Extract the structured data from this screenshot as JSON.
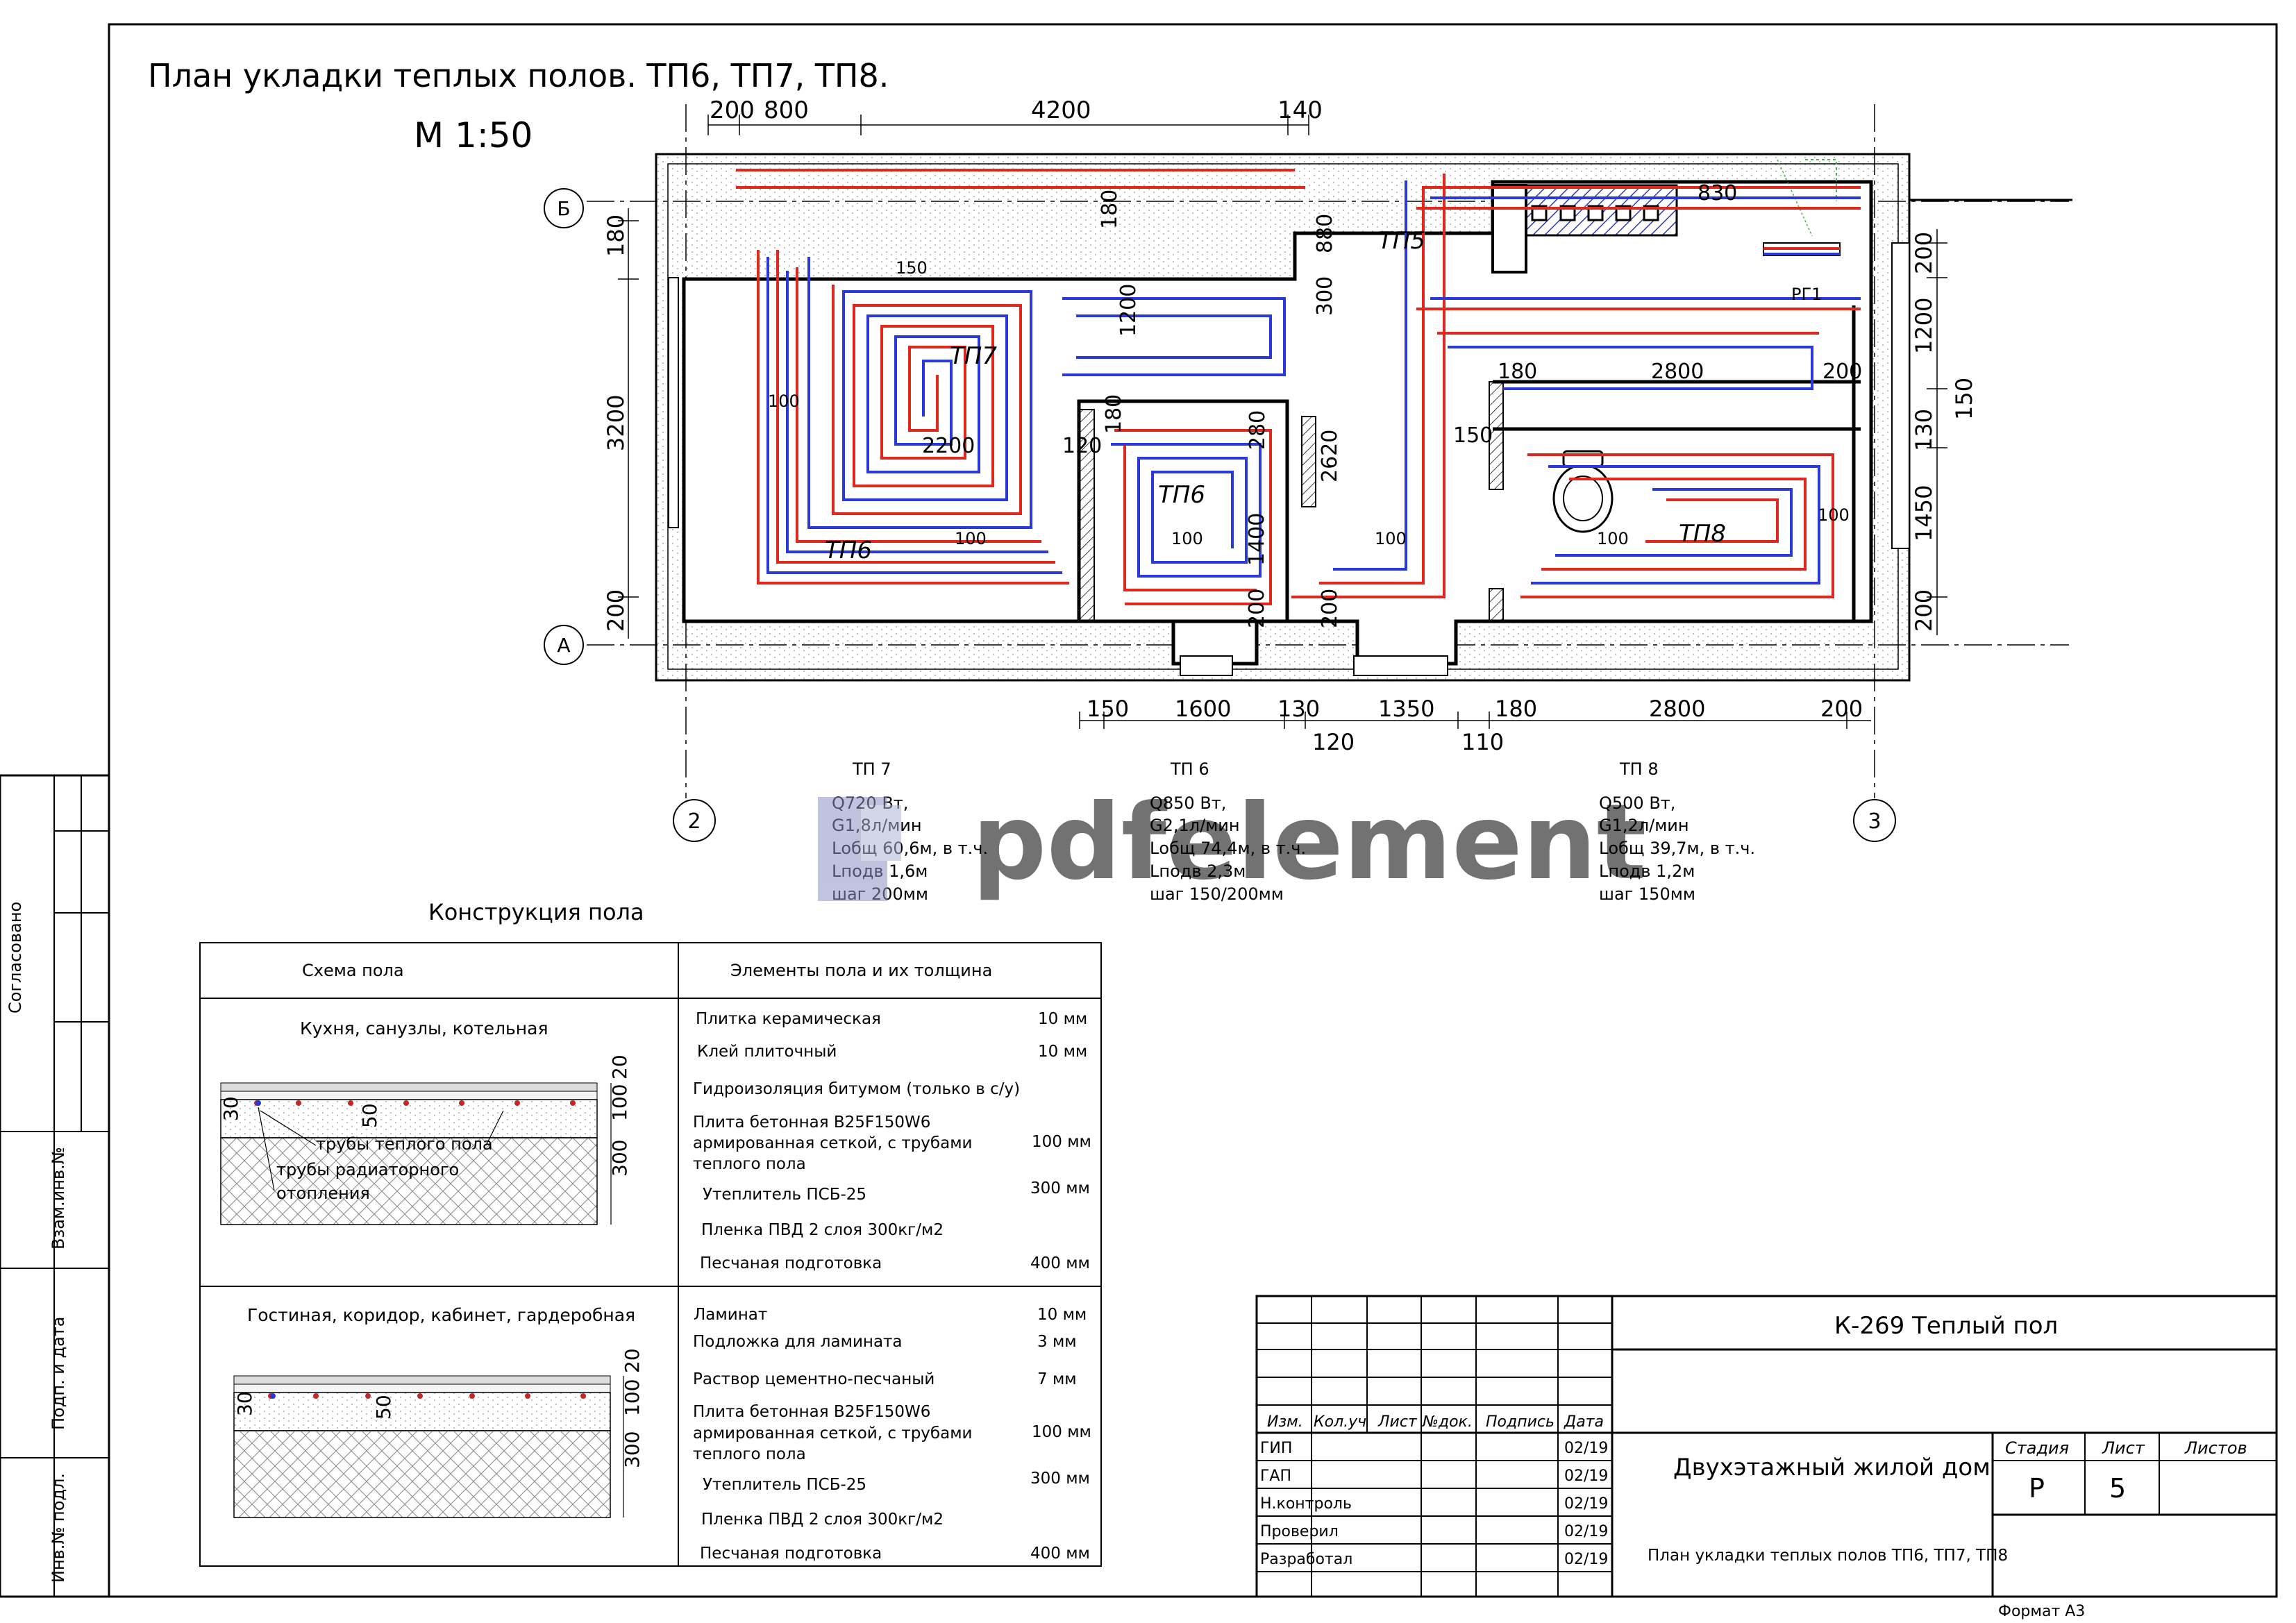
{
  "title": "План укладки теплых полов. ТП6, ТП7, ТП8.",
  "scale": "М 1:50",
  "axes": {
    "b": "Б",
    "a": "А",
    "n2": "2",
    "n3": "3"
  },
  "dims_top": [
    "200",
    "800",
    "4200",
    "140"
  ],
  "dims_left": [
    "180",
    "3200",
    "200"
  ],
  "dims_right": [
    "200",
    "1200",
    "130",
    "150",
    "1450",
    "200"
  ],
  "dims_bottom": [
    "150",
    "1600",
    "130",
    "120",
    "1350",
    "110",
    "180",
    "2800",
    "200"
  ],
  "dims_inner": {
    "d830": "830",
    "d180a": "180",
    "d880": "880",
    "d300": "300",
    "d1200": "1200",
    "d150a": "150",
    "d100a": "100",
    "d2200": "2200",
    "d120": "120",
    "d180b": "180",
    "d280": "280",
    "d2620": "2620",
    "d150b": "150",
    "d180c": "180",
    "d2800": "2800",
    "d200a": "200",
    "d1400": "1400",
    "d100b": "100",
    "d100c": "100",
    "d100d": "100",
    "d100e": "100",
    "d100f": "100",
    "d200b": "200",
    "d200c": "200"
  },
  "zones": {
    "tp5": "ТП5",
    "tp6": "ТП6",
    "tp7": "ТП7",
    "tp8": "ТП8",
    "rg1": "РГ1"
  },
  "circuits": [
    {
      "name": "ТП 7",
      "lines": [
        "Q720 Вт,",
        "G1,8л/мин",
        "Lобщ 60,6м, в т.ч.",
        "Lподв 1,6м",
        "шаг 200мм"
      ]
    },
    {
      "name": "ТП 6",
      "lines": [
        "Q850 Вт,",
        "G2,1л/мин",
        "Lобщ 74,4м, в т.ч.",
        "Lподв 2,3м",
        "шаг 150/200мм"
      ]
    },
    {
      "name": "ТП 8",
      "lines": [
        "Q500 Вт,",
        "G1,2л/мин",
        "Lобщ 39,7м, в т.ч.",
        "Lподв 1,2м",
        "шаг 150мм"
      ]
    }
  ],
  "watermark": "pdfelement",
  "construction": {
    "title": "Конструкция пола",
    "col1": "Схема пола",
    "col2": "Элементы пола и их толщина",
    "sections": [
      {
        "name": "Кухня, санузлы, котельная",
        "items": [
          {
            "l1": "Плитка керамическая",
            "l2": "",
            "l3": "",
            "val": "10 мм"
          },
          {
            "l1": "Клей плиточный",
            "l2": "",
            "l3": "",
            "val": "10 мм"
          },
          {
            "l1": "Гидроизоляция битумом (только в с/у)",
            "l2": "",
            "l3": "",
            "val": ""
          },
          {
            "l1": "Плита бетонная В25F150W6",
            "l2": "армированная сеткой, с трубами",
            "l3": "теплого пола",
            "val": "100 мм"
          },
          {
            "l1": "Утеплитель ПСБ-25",
            "l2": "",
            "l3": "",
            "val": "300 мм"
          },
          {
            "l1": "Пленка ПВД 2 слоя 300кг/м2",
            "l2": "",
            "l3": "",
            "val": ""
          },
          {
            "l1": "Песчаная подготовка",
            "l2": "",
            "l3": "",
            "val": "400 мм"
          }
        ],
        "labels": {
          "pipes_floor": "трубы теплого пола",
          "pipes_rad1": "трубы радиаторного",
          "pipes_rad2": "отопления"
        },
        "dims": {
          "d30": "30",
          "d50": "50",
          "d20": "20",
          "d100": "100",
          "d300": "300"
        }
      },
      {
        "name": "Гостиная, коридор, кабинет, гардеробная",
        "items": [
          {
            "l1": "Ламинат",
            "l2": "",
            "l3": "",
            "val": "10 мм"
          },
          {
            "l1": "Подложка для ламината",
            "l2": "",
            "l3": "",
            "val": "3 мм"
          },
          {
            "l1": "Раствор цементно-песчаный",
            "l2": "",
            "l3": "",
            "val": "7 мм"
          },
          {
            "l1": "Плита бетонная В25F150W6",
            "l2": "армированная сеткой, с трубами",
            "l3": "теплого пола",
            "val": "100 мм"
          },
          {
            "l1": "Утеплитель ПСБ-25",
            "l2": "",
            "l3": "",
            "val": "300 мм"
          },
          {
            "l1": "Пленка ПВД 2 слоя 300кг/м2",
            "l2": "",
            "l3": "",
            "val": ""
          },
          {
            "l1": "Песчаная подготовка",
            "l2": "",
            "l3": "",
            "val": "400 мм"
          }
        ],
        "dims": {
          "d30": "30",
          "d50": "50",
          "d20": "20",
          "d100": "100",
          "d300": "300"
        }
      }
    ]
  },
  "stamp": {
    "code": "К-269 Теплый пол",
    "project": "Двухэтажный жилой дом",
    "sheet_title": "План укладки теплых полов ТП6, ТП7, ТП8",
    "headers": [
      "Изм.",
      "Кол.уч",
      "Лист",
      "№док.",
      "Подпись",
      "Дата"
    ],
    "roles": [
      {
        "role": "ГИП",
        "date": "02/19"
      },
      {
        "role": "ГАП",
        "date": "02/19"
      },
      {
        "role": "Н.контроль",
        "date": "02/19"
      },
      {
        "role": "Проверил",
        "date": "02/19"
      },
      {
        "role": "Разработал",
        "date": "02/19"
      }
    ],
    "stage_label": "Стадия",
    "sheet_label": "Лист",
    "sheets_label": "Листов",
    "stage": "Р",
    "sheet": "5",
    "format": "Формат А3"
  },
  "side": {
    "agreed": "Согласовано",
    "inv_replace": "Взам.инв.№",
    "sign_date": "Подп. и дата",
    "inv_orig": "Инв.№ подл."
  },
  "colors": {
    "supply": "#e0281e",
    "return": "#2a3ad8",
    "zone_label": "#2e7d32",
    "hatch": "#2b3bb0",
    "watermark": "#b0b3d6"
  }
}
